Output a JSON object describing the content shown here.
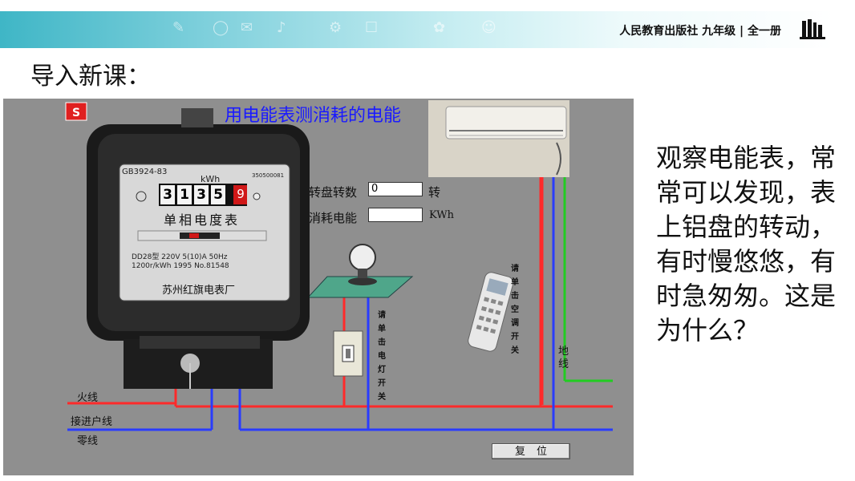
{
  "header": {
    "publisher": "人民教育出版社 九年级 | 全一册"
  },
  "page_title": "导入新课：",
  "sim": {
    "title": "用电能表测消耗的电能",
    "turns_label": "转盘转数",
    "turns_value": "0",
    "turns_unit": "转",
    "energy_label": "消耗电能",
    "energy_value": "",
    "energy_unit": "KWh",
    "reset_label": "复位",
    "wires": {
      "live": "火线",
      "incoming": "接进户线",
      "neutral": "零线",
      "ground": "地线"
    },
    "light_switch_hint": "请单击电灯开关",
    "ac_hint": "请单击空调开关",
    "meter": {
      "standard": "GB3924-83",
      "unit": "kWh",
      "digits": [
        "3",
        "1",
        "3",
        "5"
      ],
      "red_digit": "9",
      "name": "单相电度表",
      "spec_line1": "DD28型 220V  5(10)A  50Hz",
      "spec_line2": "1200r/kWh 1995  No.81548",
      "maker": "苏州红旗电表厂",
      "cert": "350500081"
    }
  },
  "side_text": "观察电能表，常常可以发现，表上铝盘的转动，有时慢悠悠，有时急匆匆。这是为什么？",
  "colors": {
    "live": "#ff2a2a",
    "neutral": "#2a3cff",
    "ground": "#22cc22",
    "sim_bg": "#8f8f8f"
  }
}
